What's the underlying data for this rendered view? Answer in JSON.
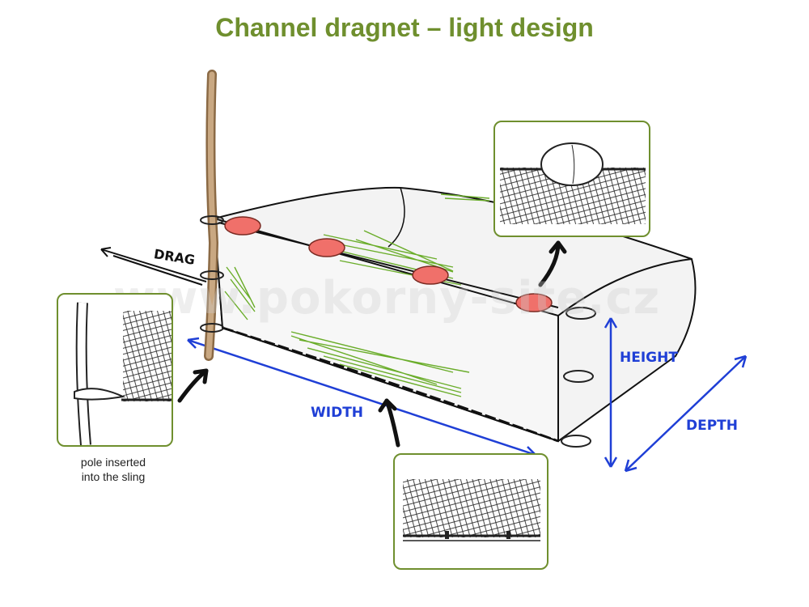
{
  "title": "Channel dragnet – light design",
  "labels": {
    "drag": "DRAG",
    "width": "WIDTH",
    "height": "HEIGHT",
    "depth": "DEPTH"
  },
  "caption": {
    "line1": "pole inserted",
    "line2": "into the sling"
  },
  "watermark": "www.pokorny-site.cz",
  "colors": {
    "title": "#6f8f2e",
    "dimension": "#1f3fd6",
    "float": "#f0706a",
    "weed": "#6aad2a",
    "inset_border": "#6f8f2e"
  }
}
